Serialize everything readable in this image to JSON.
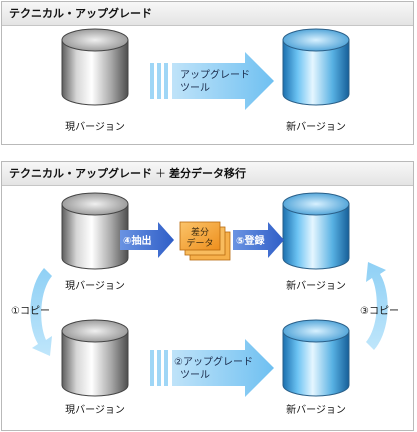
{
  "panel1": {
    "title": "テクニカル・アップグレード",
    "source_label": "現バージョン",
    "target_label": "新バージョン",
    "arrow_label_line1": "アップグレード",
    "arrow_label_line2": "ツール"
  },
  "panel2": {
    "title_part1": "テクニカル・アップグレード",
    "title_plus": "＋",
    "title_part2": "差分データ移行",
    "top_source_label": "現バージョン",
    "top_target_label": "新バージョン",
    "bottom_source_label": "現バージョン",
    "bottom_target_label": "新バージョン",
    "extract_label": "④抽出",
    "diff_data_line1": "差分",
    "diff_data_line2": "データ",
    "register_label": "⑤登録",
    "upgrade_label_line1": "②アップグレード",
    "upgrade_label_line2": "ツール",
    "copy_left_label": "①コピー",
    "copy_right_label": "③コピー"
  },
  "colors": {
    "silver_db": "#a9a9a9",
    "blue_db": "#5ab4e6",
    "arrow_light_blue": "#8fcdf3",
    "arrow_dark_blue": "#3f6fd0",
    "doc_orange": "#f2a431",
    "border": "#b9b9b9"
  }
}
